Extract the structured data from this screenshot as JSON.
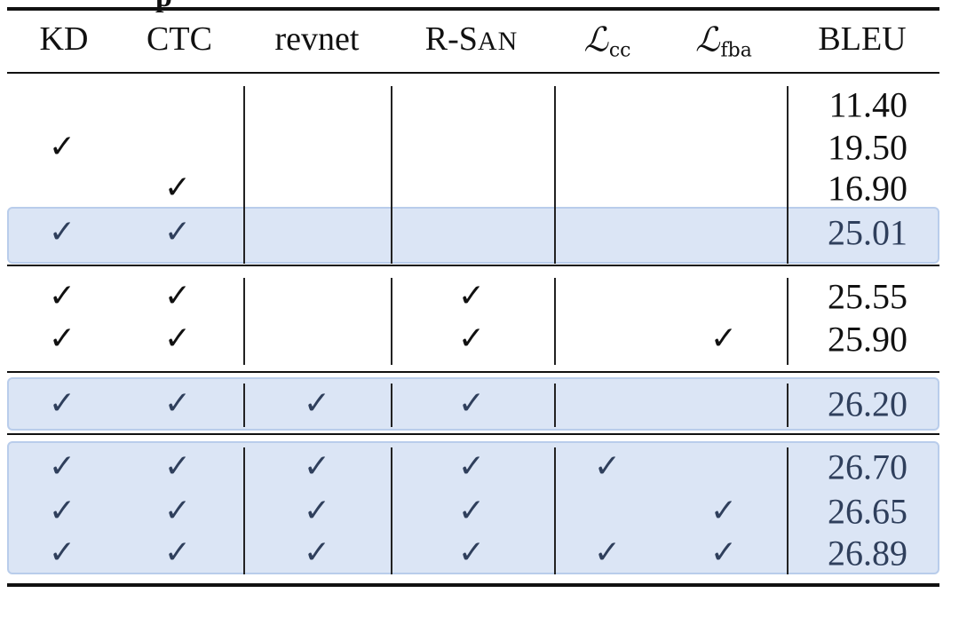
{
  "caption_fragment": "p",
  "columns": {
    "kd": "KD",
    "ctc": "CTC",
    "revnet": "revnet",
    "rsan_r": "R-S",
    "rsan_an": "AN",
    "lcc_base": "ℒ",
    "lcc_sub": "cc",
    "lfba_base": "ℒ",
    "lfba_sub": "fba",
    "bleu": "BLEU"
  },
  "check_mark": "✓",
  "rows": [
    {
      "kd": false,
      "ctc": false,
      "revnet": false,
      "rsan": false,
      "lcc": false,
      "lfba": false,
      "bleu": "11.40",
      "highlighted": false
    },
    {
      "kd": true,
      "ctc": false,
      "revnet": false,
      "rsan": false,
      "lcc": false,
      "lfba": false,
      "bleu": "19.50",
      "highlighted": false
    },
    {
      "kd": false,
      "ctc": true,
      "revnet": false,
      "rsan": false,
      "lcc": false,
      "lfba": false,
      "bleu": "16.90",
      "highlighted": false
    },
    {
      "kd": true,
      "ctc": true,
      "revnet": false,
      "rsan": false,
      "lcc": false,
      "lfba": false,
      "bleu": "25.01",
      "highlighted": true
    },
    {
      "kd": true,
      "ctc": true,
      "revnet": false,
      "rsan": true,
      "lcc": false,
      "lfba": false,
      "bleu": "25.55",
      "highlighted": false
    },
    {
      "kd": true,
      "ctc": true,
      "revnet": false,
      "rsan": true,
      "lcc": false,
      "lfba": true,
      "bleu": "25.90",
      "highlighted": false
    },
    {
      "kd": true,
      "ctc": true,
      "revnet": true,
      "rsan": true,
      "lcc": false,
      "lfba": false,
      "bleu": "26.20",
      "highlighted": true
    },
    {
      "kd": true,
      "ctc": true,
      "revnet": true,
      "rsan": true,
      "lcc": true,
      "lfba": false,
      "bleu": "26.70",
      "highlighted": true
    },
    {
      "kd": true,
      "ctc": true,
      "revnet": true,
      "rsan": true,
      "lcc": false,
      "lfba": true,
      "bleu": "26.65",
      "highlighted": true
    },
    {
      "kd": true,
      "ctc": true,
      "revnet": true,
      "rsan": true,
      "lcc": true,
      "lfba": true,
      "bleu": "26.89",
      "highlighted": true
    }
  ],
  "colors": {
    "highlight_fill": "#dbe5f5",
    "highlight_border": "#b9cdeb",
    "rule": "#111111"
  }
}
